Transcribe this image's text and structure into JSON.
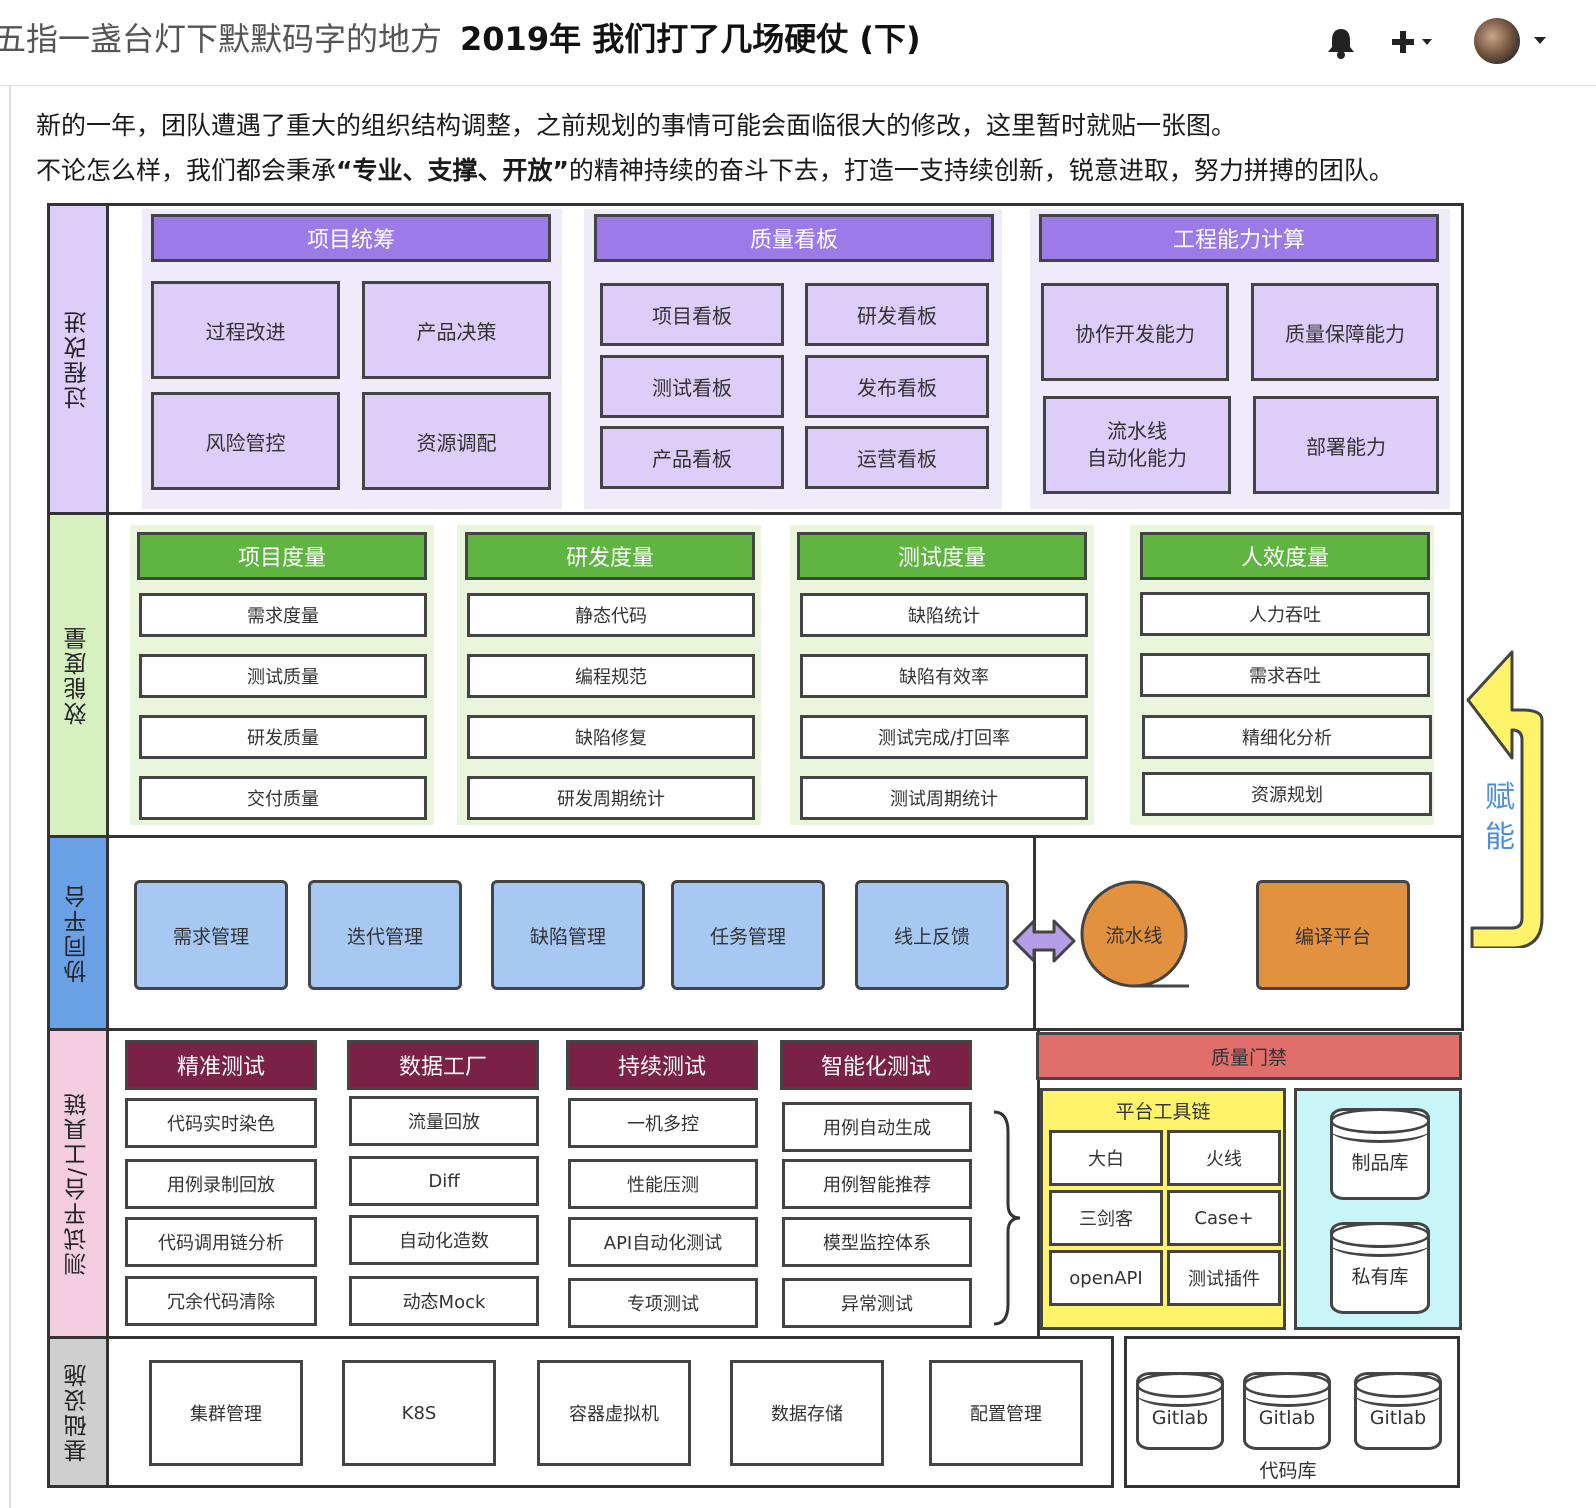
{
  "header": {
    "site_name": "五指一盏台灯下默默码字的地方",
    "post_title": "2019年 我们打了几场硬仗 (下)",
    "plus_label": "+",
    "colors": {
      "purple": "#9c7be8",
      "green": "#5fb442",
      "blue": "#a8c8f4",
      "maroon": "#7b2146",
      "orange": "#e2913f",
      "yellow": "#fff36a",
      "cyan": "#c8f5f8",
      "red": "#e06e6b"
    }
  },
  "intro": {
    "line1": "新的一年，团队遭遇了重大的组织结构调整，之前规划的事情可能会面临很大的修改，这里暂时就贴一张图。",
    "line2_pre": "不论怎么样，我们都会秉承",
    "line2_bold": "“专业、支撑、开放”",
    "line2_post": "的精神持续的奋斗下去，打造一支持续创新，锐意进取，努力拼搏的团队。"
  },
  "layers": {
    "process": "过程改进",
    "efficiency": "效能度量",
    "collab": "协同平台",
    "testing": "测试平台/工具链",
    "infra": "基础设施"
  },
  "process": {
    "groups": [
      {
        "title": "项目统筹",
        "items": [
          "过程改进",
          "产品决策",
          "风险管控",
          "资源调配"
        ]
      },
      {
        "title": "质量看板",
        "items": [
          "项目看板",
          "研发看板",
          "测试看板",
          "发布看板",
          "产品看板",
          "运营看板"
        ]
      },
      {
        "title": "工程能力计算",
        "items": [
          "协作开发能力",
          "质量保障能力",
          "流水线\n自动化能力",
          "部署能力"
        ]
      }
    ]
  },
  "efficiency": {
    "groups": [
      {
        "title": "项目度量",
        "items": [
          "需求度量",
          "测试质量",
          "研发质量",
          "交付质量"
        ]
      },
      {
        "title": "研发度量",
        "items": [
          "静态代码",
          "编程规范",
          "缺陷修复",
          "研发周期统计"
        ]
      },
      {
        "title": "测试度量",
        "items": [
          "缺陷统计",
          "缺陷有效率",
          "测试完成/打回率",
          "测试周期统计"
        ]
      },
      {
        "title": "人效度量",
        "items": [
          "人力吞吐",
          "需求吞吐",
          "精细化分析",
          "资源规划"
        ]
      }
    ]
  },
  "collab": {
    "items": [
      "需求管理",
      "迭代管理",
      "缺陷管理",
      "任务管理",
      "线上反馈"
    ],
    "pipeline": "流水线",
    "compile": "编译平台",
    "empower": "赋\n能"
  },
  "testing": {
    "groups": [
      {
        "title": "精准测试",
        "items": [
          "代码实时染色",
          "用例录制回放",
          "代码调用链分析",
          "冗余代码清除"
        ]
      },
      {
        "title": "数据工厂",
        "items": [
          "流量回放",
          "Diff",
          "自动化造数",
          "动态Mock"
        ]
      },
      {
        "title": "持续测试",
        "items": [
          "一机多控",
          "性能压测",
          "API自动化测试",
          "专项测试"
        ]
      },
      {
        "title": "智能化测试",
        "items": [
          "用例自动生成",
          "用例智能推荐",
          "模型监控体系",
          "异常测试"
        ]
      }
    ],
    "gate": "质量门禁",
    "toolchain": {
      "title": "平台工具链",
      "items": [
        "大白",
        "火线",
        "三剑客",
        "Case+",
        "openAPI",
        "测试插件"
      ]
    },
    "repos": [
      "制品库",
      "私有库"
    ]
  },
  "infra": {
    "items": [
      "集群管理",
      "K8S",
      "容器虚拟机",
      "数据存储",
      "配置管理"
    ],
    "gitlabs": [
      "Gitlab",
      "Gitlab",
      "Gitlab"
    ],
    "code_repo": "代码库"
  }
}
